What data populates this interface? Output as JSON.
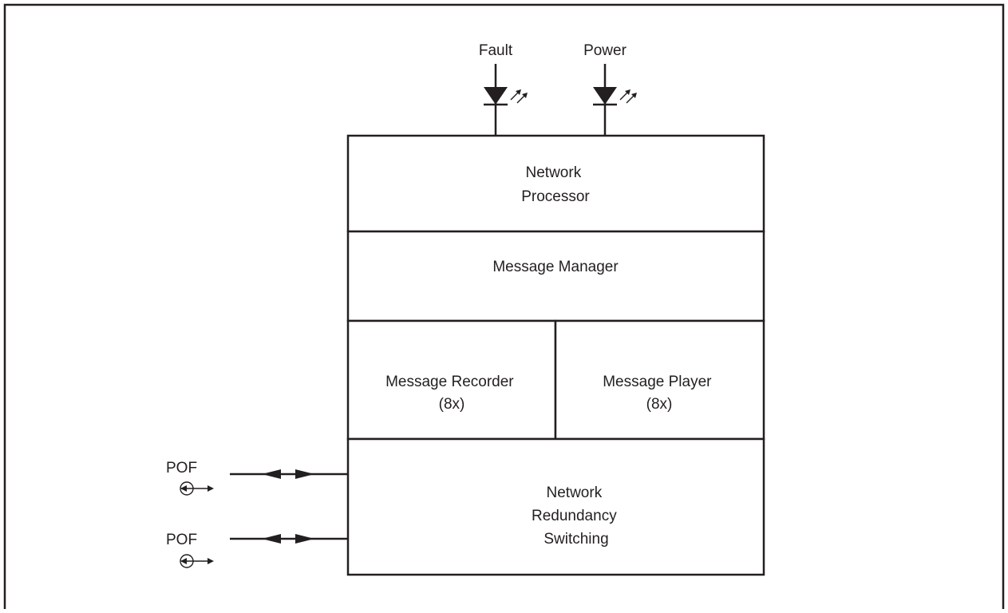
{
  "diagram": {
    "leds": [
      {
        "label": "Fault"
      },
      {
        "label": "Power"
      }
    ],
    "blocks": {
      "network_processor": {
        "lines": [
          "Network",
          "Processor"
        ]
      },
      "message_manager": {
        "lines": [
          "Message Manager"
        ]
      },
      "message_recorder": {
        "lines": [
          "Message Recorder",
          "(8x)"
        ]
      },
      "message_player": {
        "lines": [
          "Message Player",
          "(8x)"
        ]
      },
      "network_redundancy_switching": {
        "lines": [
          "Network",
          "Redundancy",
          "Switching"
        ]
      }
    },
    "ports": [
      {
        "label": "POF"
      },
      {
        "label": "POF"
      }
    ]
  }
}
